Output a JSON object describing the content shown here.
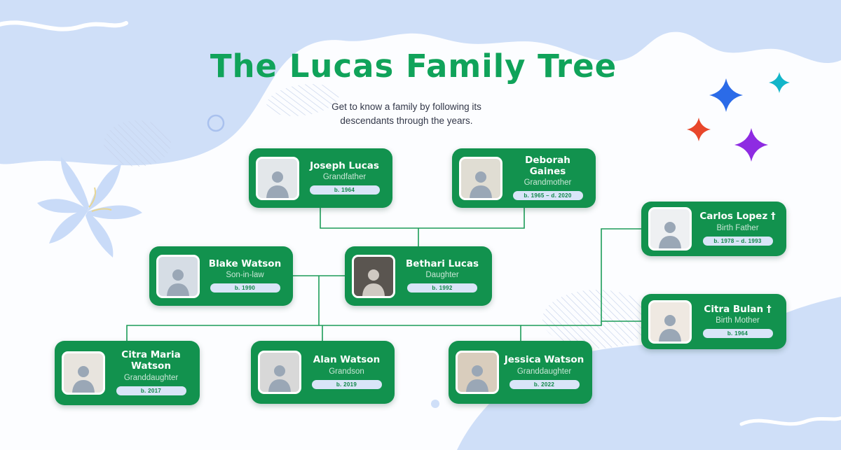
{
  "header": {
    "title": "The Lucas Family Tree",
    "subtitle": "Get to know a family by following its descendants through the years."
  },
  "people": [
    {
      "name": "Joseph Lucas",
      "role": "Grandfather",
      "dates": "b. 1964"
    },
    {
      "name": "Deborah Gaines",
      "role": "Grandmother",
      "dates": "b. 1965 – d. 2020"
    },
    {
      "name": "Carlos Lopez †",
      "role": "Birth Father",
      "dates": "b. 1978 – d. 1993"
    },
    {
      "name": "Blake Watson",
      "role": "Son-in-law",
      "dates": "b. 1990"
    },
    {
      "name": "Bethari Lucas",
      "role": "Daughter",
      "dates": "b. 1992"
    },
    {
      "name": "Citra Bulan †",
      "role": "Birth Mother",
      "dates": "b. 1964"
    },
    {
      "name": "Citra Maria Watson",
      "role": "Granddaughter",
      "dates": "b. 2017"
    },
    {
      "name": "Alan Watson",
      "role": "Grandson",
      "dates": "b. 2019"
    },
    {
      "name": "Jessica Watson",
      "role": "Granddaughter",
      "dates": "b. 2022"
    }
  ],
  "colors": {
    "title_green": "#10a35a",
    "card_green": "#12924e",
    "connector_green": "#1c9c58",
    "badge_bg": "#d9e5f8",
    "badge_text": "#0e8647",
    "blob_blue": "#cfdff8",
    "sparkle_blue": "#2b6be8",
    "sparkle_teal": "#12b5c9",
    "sparkle_red": "#e8472b",
    "sparkle_purple": "#8e2be2"
  },
  "decorations": {
    "icons": [
      "sparkle-icon-blue",
      "sparkle-icon-teal",
      "sparkle-icon-red",
      "sparkle-icon-purple",
      "lily-flower-icon",
      "hatch-pattern-ellipse",
      "portrait-photo-placeholder"
    ]
  }
}
